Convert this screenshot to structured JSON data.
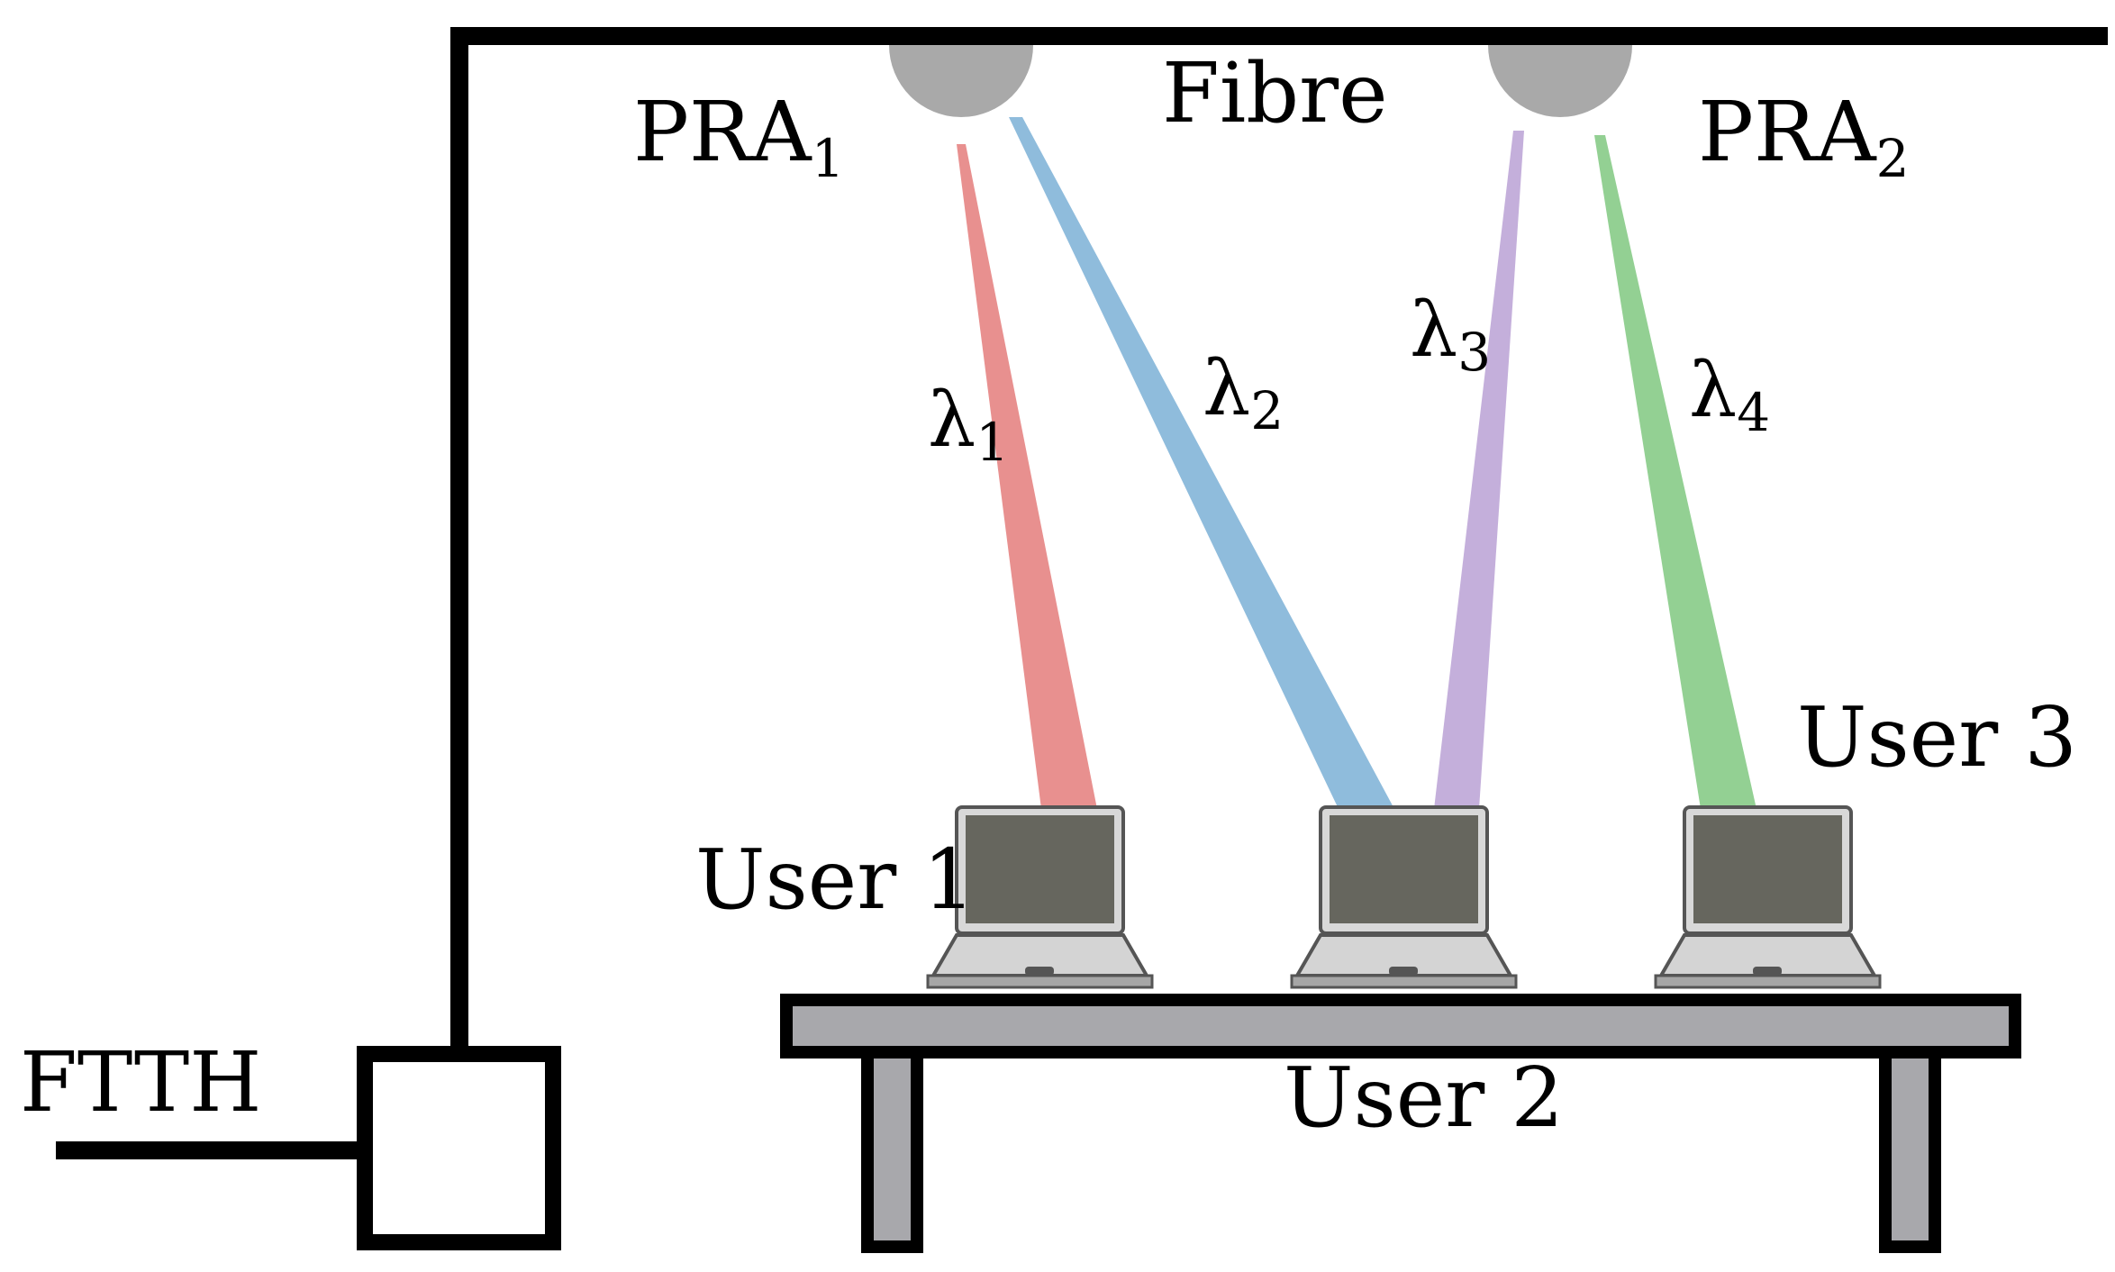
{
  "labels": {
    "fibre": "Fibre",
    "ftth": "FTTH",
    "pra1": {
      "base": "PRA",
      "sub": "1"
    },
    "pra2": {
      "base": "PRA",
      "sub": "2"
    },
    "user1": "User 1",
    "user2": "User 2",
    "user3": "User 3",
    "lambda1": {
      "base": "λ",
      "sub": "1"
    },
    "lambda2": {
      "base": "λ",
      "sub": "2"
    },
    "lambda3": {
      "base": "λ",
      "sub": "3"
    },
    "lambda4": {
      "base": "λ",
      "sub": "4"
    }
  },
  "colors": {
    "lambda1": "#e8908f",
    "lambda2": "#8fbcdc",
    "lambda3": "#c4afdb",
    "lambda4": "#93d093",
    "pra": "#a9a9a9",
    "table": "#a8a8ac",
    "screen": "#66665e",
    "laptop_body": "#d4d4d4",
    "line": "#000000"
  }
}
